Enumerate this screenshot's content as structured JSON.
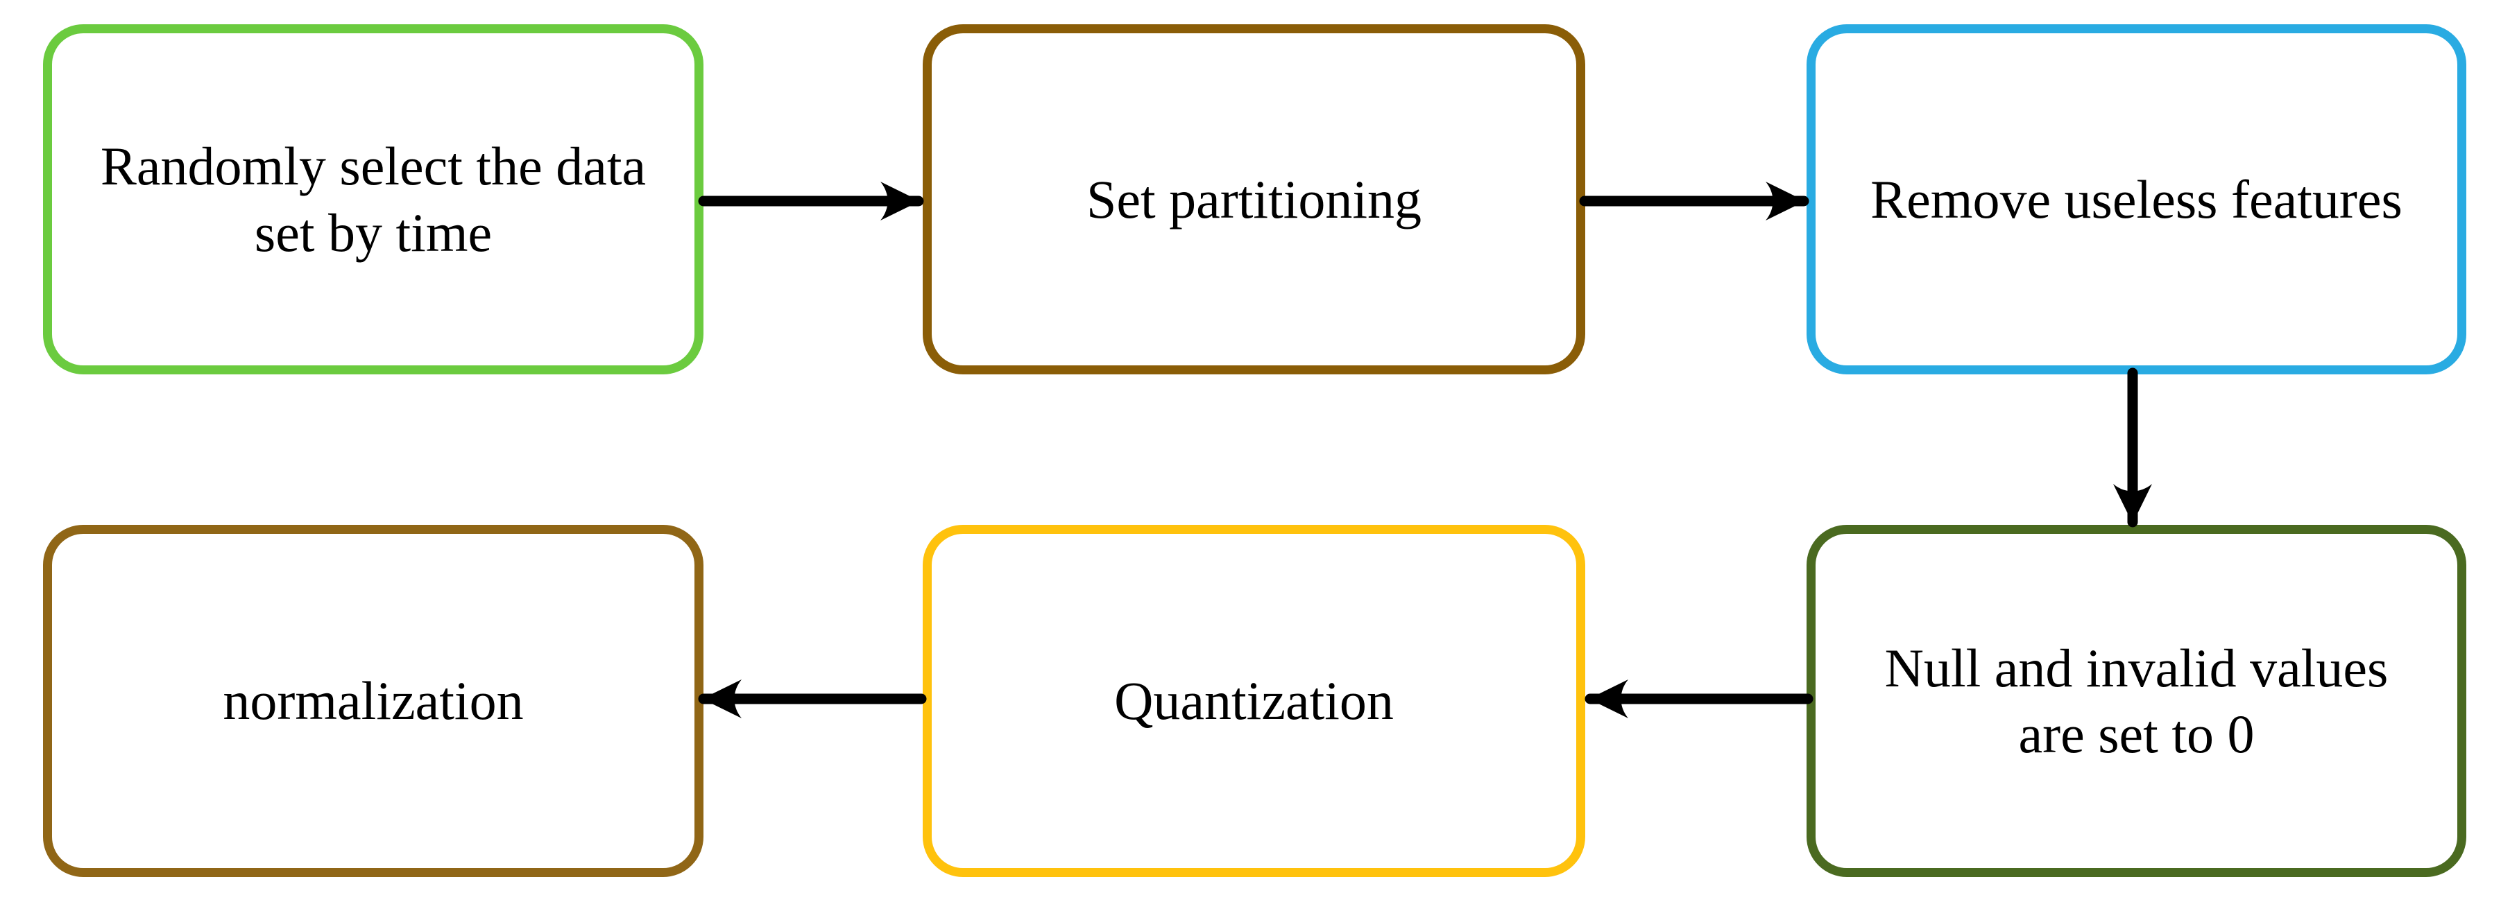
{
  "diagram": {
    "type": "flowchart",
    "background": "#ffffff",
    "text_color": "#000000",
    "arrow_color": "#000000",
    "boxes": [
      {
        "id": "randomly-select-data",
        "lines": [
          "Randomly select the data",
          "set by time"
        ],
        "border_color": "#6BCB3F"
      },
      {
        "id": "set-partitioning",
        "lines": [
          "Set partitioning"
        ],
        "border_color": "#8A5D07"
      },
      {
        "id": "remove-useless-features",
        "lines": [
          "Remove useless features"
        ],
        "border_color": "#29ABE2"
      },
      {
        "id": "null-invalid-set-zero",
        "lines": [
          "Null and invalid values",
          "are set to 0"
        ],
        "border_color": "#4A6A20"
      },
      {
        "id": "quantization",
        "lines": [
          "Quantization"
        ],
        "border_color": "#FFC20D"
      },
      {
        "id": "normalization",
        "lines": [
          "normalization"
        ],
        "border_color": "#906616"
      }
    ],
    "edges": [
      {
        "from": "randomly-select-data",
        "to": "set-partitioning",
        "direction": "right"
      },
      {
        "from": "set-partitioning",
        "to": "remove-useless-features",
        "direction": "right"
      },
      {
        "from": "remove-useless-features",
        "to": "null-invalid-set-zero",
        "direction": "down"
      },
      {
        "from": "null-invalid-set-zero",
        "to": "quantization",
        "direction": "left"
      },
      {
        "from": "quantization",
        "to": "normalization",
        "direction": "left"
      }
    ]
  }
}
